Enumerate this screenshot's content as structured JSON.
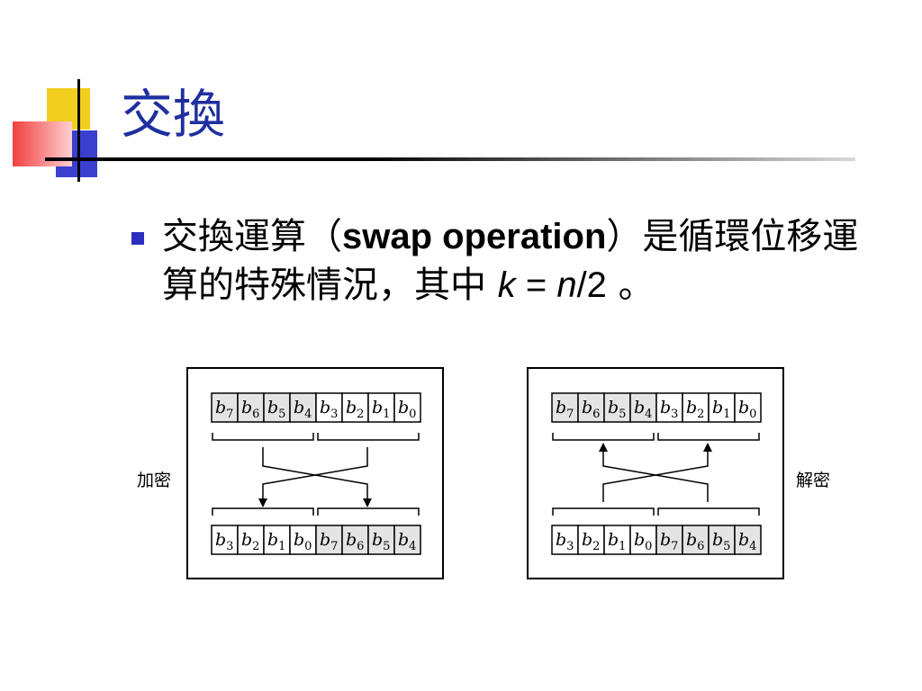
{
  "title": "交換",
  "bullet": {
    "part1": "交換運算（",
    "english_term": "swap operation",
    "part2": "）是循環位移運算的特殊情況，其中 ",
    "var_k": "k",
    "eq": " = ",
    "var_n": "n",
    "half": "/2",
    "end": " 。"
  },
  "diagram": {
    "left_label": "加密",
    "right_label": "解密",
    "bit_letter": "b",
    "top_row_subscripts": [
      "7",
      "6",
      "5",
      "4",
      "3",
      "2",
      "1",
      "0"
    ],
    "bottom_row_subscripts": [
      "3",
      "2",
      "1",
      "0",
      "7",
      "6",
      "5",
      "4"
    ]
  },
  "colors": {
    "title": "#1f2fa0",
    "bullet": "#2a2fbf",
    "deco_yellow": "#f2cf1f",
    "deco_blue": "#3a3fd0",
    "deco_red": "#f05050",
    "shaded_cell": "#e4e4e4"
  }
}
